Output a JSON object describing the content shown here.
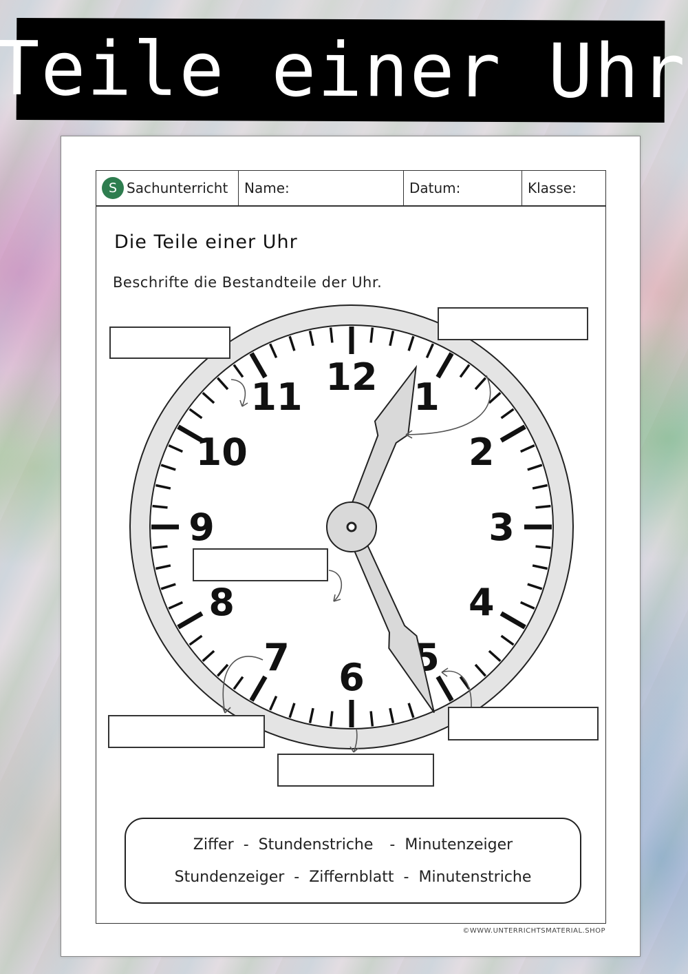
{
  "banner": {
    "title": "Teile einer Uhr"
  },
  "header": {
    "subject_badge": "S",
    "subject": "Sachunterricht",
    "name_label": "Name:",
    "date_label": "Datum:",
    "class_label": "Klasse:"
  },
  "worksheet": {
    "title": "Die Teile einer Uhr",
    "instruction": "Beschrifte die Bestandteile der Uhr."
  },
  "clock": {
    "numerals": [
      "12",
      "1",
      "2",
      "3",
      "4",
      "5",
      "6",
      "7",
      "8",
      "9",
      "10",
      "11"
    ],
    "hour_hand_points_to_hour": 1,
    "minute_hand_points_to_minute": 26
  },
  "word_bank": {
    "line1": [
      "Ziffer",
      "-",
      "Stundenstriche",
      "-",
      "Minutenzeiger"
    ],
    "line2": [
      "Stundenzeiger",
      "-",
      "Ziffernblatt",
      "-",
      "Minutenstriche"
    ]
  },
  "footer": {
    "copyright": "©WWW.UNTERRICHTSMATERIAL.SHOP"
  },
  "colors": {
    "badge_green": "#2e7d4f",
    "clock_rim": "#e4e4e4",
    "banner_bg": "#000000"
  }
}
